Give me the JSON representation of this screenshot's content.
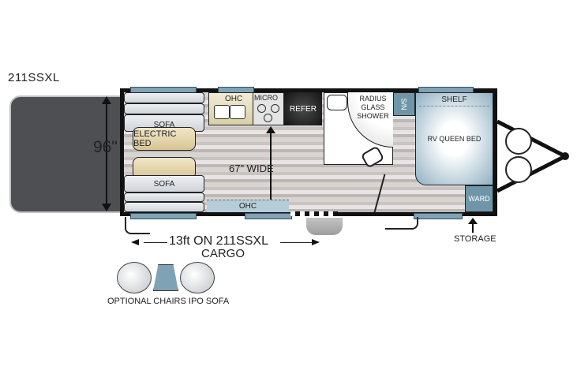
{
  "model": "211SSXL",
  "dimensions": {
    "height": "96\"",
    "width": "67\" WIDE",
    "cargo_length": "13ft ON 211SSXL",
    "cargo_label": "CARGO"
  },
  "rooms": {
    "sofa_top": "SOFA",
    "electric_bed": "ELECTRIC BED",
    "sofa_bottom": "SOFA",
    "ohc_top": "OHC",
    "micro": "MICRO",
    "refer": "REFER",
    "shower": "RADIUS GLASS SHOWER",
    "sn": "S/N",
    "shelf": "SHELF",
    "queen_bed": "RV QUEEN BED",
    "ward": "WARD",
    "ohc_bottom": "OHC",
    "storage": "STORAGE"
  },
  "option": "OPTIONAL CHAIRS IPO SOFA",
  "colors": {
    "slide_blue": "#7fa3b4",
    "cabinet_blue": "#6f96a8",
    "cargo_gray": "#4d4f53",
    "tan": "#d8c594"
  }
}
